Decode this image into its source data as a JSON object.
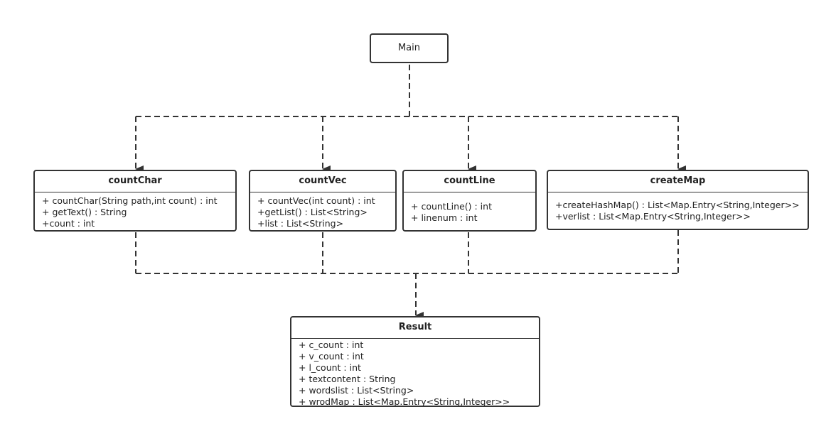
{
  "main": {
    "label": "Main"
  },
  "classes": {
    "countChar": {
      "name": "countChar",
      "members": [
        "+ countChar(String path,int count) : int",
        "+ getText() : String",
        "+count : int"
      ]
    },
    "countVec": {
      "name": "countVec",
      "members": [
        "+ countVec(int count) : int",
        "+getList() : List<String>",
        "+list : List<String>"
      ]
    },
    "countLine": {
      "name": "countLine",
      "members": [
        "",
        "+ countLine() : int",
        "+ linenum : int"
      ]
    },
    "createMap": {
      "name": "createMap",
      "members": [
        "+createHashMap() : List<Map.Entry<String,Integer>>",
        "+verlist : List<Map.Entry<String,Integer>>"
      ]
    },
    "result": {
      "name": "Result",
      "members": [
        "+ c_count : int",
        "+ v_count : int",
        "+ l_count : int",
        "+ textcontent : String",
        "+ wordslist : List<String>",
        "+ wrodMap : List<Map.Entry<String,Integer>>"
      ]
    }
  },
  "colors": {
    "stroke": "#333333",
    "background": "#ffffff"
  }
}
